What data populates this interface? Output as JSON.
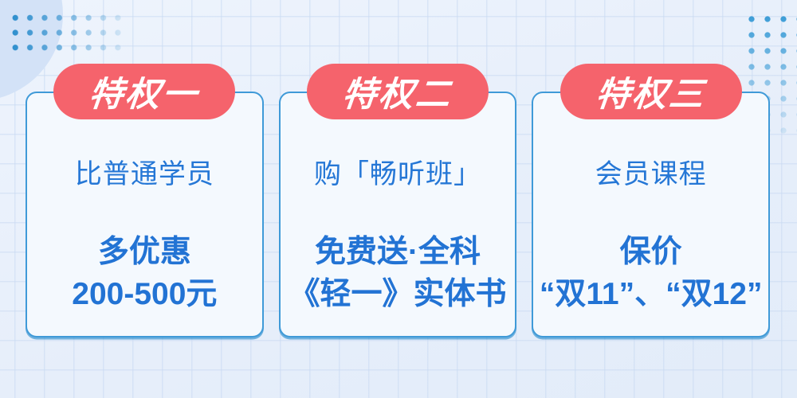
{
  "banner": {
    "theme": {
      "background": "#e9f1fb",
      "grid_line": "#c9daf2",
      "pill_bg": "#f5636c",
      "pill_text": "#ffffff",
      "text_blue": "#2375d5",
      "card_border": "#3f9ad8",
      "card_bg": "#f4f9fe",
      "dot_color_left": "#2d8ecd",
      "dot_color_right": "#3b9cd6"
    },
    "cards": [
      {
        "badge": "特权一",
        "line1": "比普通学员",
        "bold_lines": [
          "多优惠",
          "200-500元"
        ]
      },
      {
        "badge": "特权二",
        "line1": "购「畅听班」",
        "bold_lines": [
          "免费送·全科",
          "《轻一》实体书"
        ]
      },
      {
        "badge": "特权三",
        "line1": "会员课程",
        "bold_lines": [
          "保价",
          "“双11”、“双12”"
        ]
      }
    ]
  }
}
